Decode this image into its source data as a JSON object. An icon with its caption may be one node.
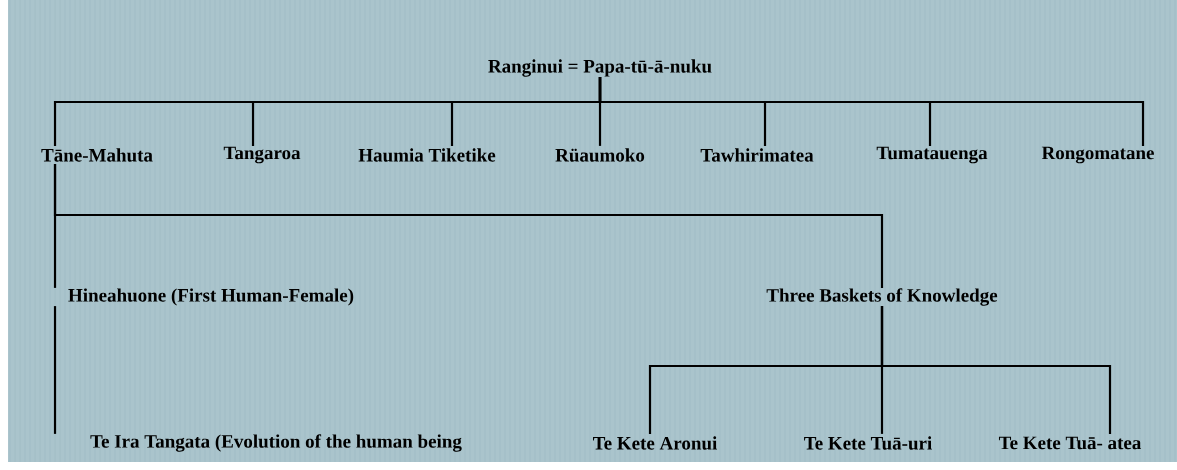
{
  "diagram": {
    "nodes": [
      {
        "text": [
          "Ranginui = Papa-tū-ā-nuku"
        ]
      },
      {
        "text": [
          "Tāne-Mahuta"
        ]
      },
      {
        "text": [
          "Tangaroa"
        ]
      },
      {
        "text": [
          "Haumia Tiketike"
        ]
      },
      {
        "text": [
          "Rüaumoko"
        ]
      },
      {
        "text": [
          "Tawhirimatea"
        ]
      },
      {
        "text": [
          "Tumatauenga"
        ]
      },
      {
        "text": [
          "Rongomatane"
        ]
      },
      {
        "text": [
          "Hineahuone (First Human-Female)"
        ]
      },
      {
        "text": [
          "Three Baskets of Knowledge"
        ]
      },
      {
        "text": [
          "Te Ira Tangata (Evolution of the human being"
        ]
      },
      {
        "text": [
          "Te Kete Aronui"
        ]
      },
      {
        "text": [
          "Te Kete Tuā-uri"
        ]
      },
      {
        "text": [
          "Te Kete Tuā- atea"
        ]
      }
    ],
    "edges": [
      {
        "from": 0,
        "to": 1,
        "arrow": "none"
      },
      {
        "from": 0,
        "to": 2,
        "arrow": "none"
      },
      {
        "from": 0,
        "to": 3,
        "arrow": "none"
      },
      {
        "from": 0,
        "to": 4,
        "arrow": "none"
      },
      {
        "from": 0,
        "to": 5,
        "arrow": "none"
      },
      {
        "from": 0,
        "to": 6,
        "arrow": "none"
      },
      {
        "from": 0,
        "to": 7,
        "arrow": "none"
      },
      {
        "from": 1,
        "to": 8,
        "arrow": "none"
      },
      {
        "from": 1,
        "to": 9,
        "arrow": "none"
      },
      {
        "from": 8,
        "to": 10,
        "arrow": "none"
      },
      {
        "from": 9,
        "to": 11,
        "arrow": "none"
      },
      {
        "from": 9,
        "to": 12,
        "arrow": "none"
      },
      {
        "from": 9,
        "to": 13,
        "arrow": "none"
      }
    ]
  }
}
